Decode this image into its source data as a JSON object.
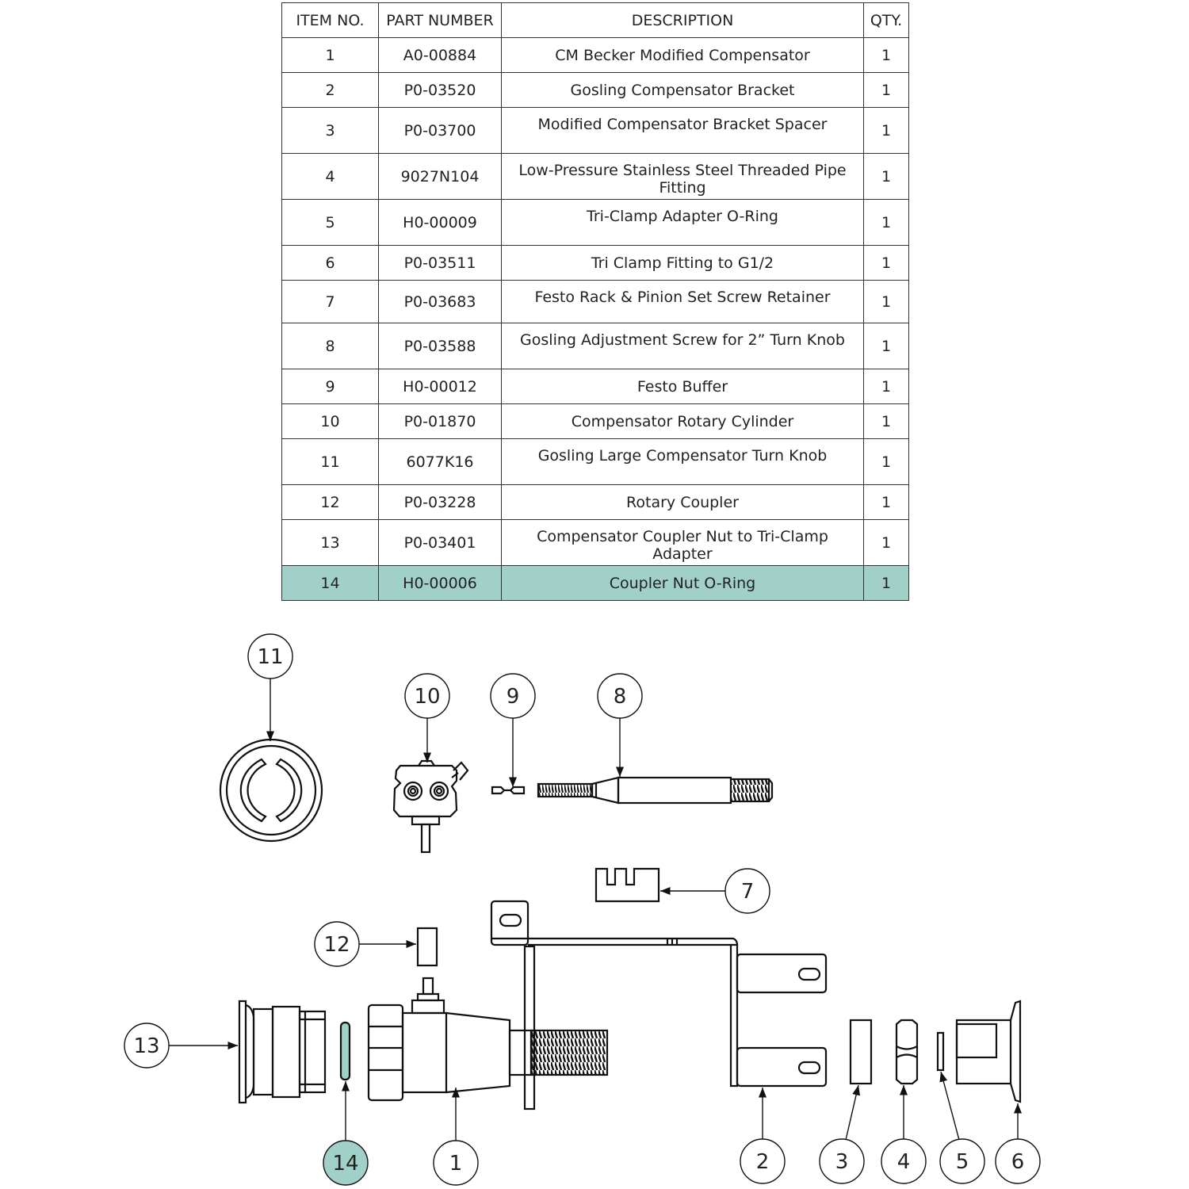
{
  "bom": {
    "headers": [
      "ITEM NO.",
      "PART NUMBER",
      "DESCRIPTION",
      "QTY."
    ],
    "rows": [
      {
        "item": "1",
        "part": "A0-00884",
        "desc": "CM Becker Modified Compensator",
        "qty": "1"
      },
      {
        "item": "2",
        "part": "P0-03520",
        "desc": "Gosling Compensator Bracket",
        "qty": "1"
      },
      {
        "item": "3",
        "part": "P0-03700",
        "desc": "Modified Compensator Bracket Spacer",
        "qty": "1"
      },
      {
        "item": "4",
        "part": "9027N104",
        "desc": "Low-Pressure Stainless Steel Threaded Pipe Fitting",
        "qty": "1"
      },
      {
        "item": "5",
        "part": "H0-00009",
        "desc": "Tri-Clamp Adapter O-Ring",
        "qty": "1"
      },
      {
        "item": "6",
        "part": "P0-03511",
        "desc": "Tri Clamp Fitting to G1/2",
        "qty": "1"
      },
      {
        "item": "7",
        "part": "P0-03683",
        "desc": "Festo Rack & Pinion Set Screw Retainer",
        "qty": "1"
      },
      {
        "item": "8",
        "part": "P0-03588",
        "desc": "Gosling Adjustment Screw for 2” Turn Knob",
        "qty": "1"
      },
      {
        "item": "9",
        "part": "H0-00012",
        "desc": "Festo Buffer",
        "qty": "1"
      },
      {
        "item": "10",
        "part": "P0-01870",
        "desc": "Compensator Rotary Cylinder",
        "qty": "1"
      },
      {
        "item": "11",
        "part": "6077K16",
        "desc": "Gosling Large Compensator Turn Knob",
        "qty": "1"
      },
      {
        "item": "12",
        "part": "P0-03228",
        "desc": "Rotary Coupler",
        "qty": "1"
      },
      {
        "item": "13",
        "part": "P0-03401",
        "desc": "Compensator Coupler Nut to Tri-Clamp Adapter",
        "qty": "1"
      },
      {
        "item": "14",
        "part": "H0-00006",
        "desc": "Coupler Nut O-Ring",
        "qty": "1"
      }
    ],
    "highlight_item": "14",
    "highlight_color": "#a0d0c8"
  },
  "callouts": {
    "c1": "1",
    "c2": "2",
    "c3": "3",
    "c4": "4",
    "c5": "5",
    "c6": "6",
    "c7": "7",
    "c8": "8",
    "c9": "9",
    "c10": "10",
    "c11": "11",
    "c12": "12",
    "c13": "13",
    "c14": "14"
  }
}
